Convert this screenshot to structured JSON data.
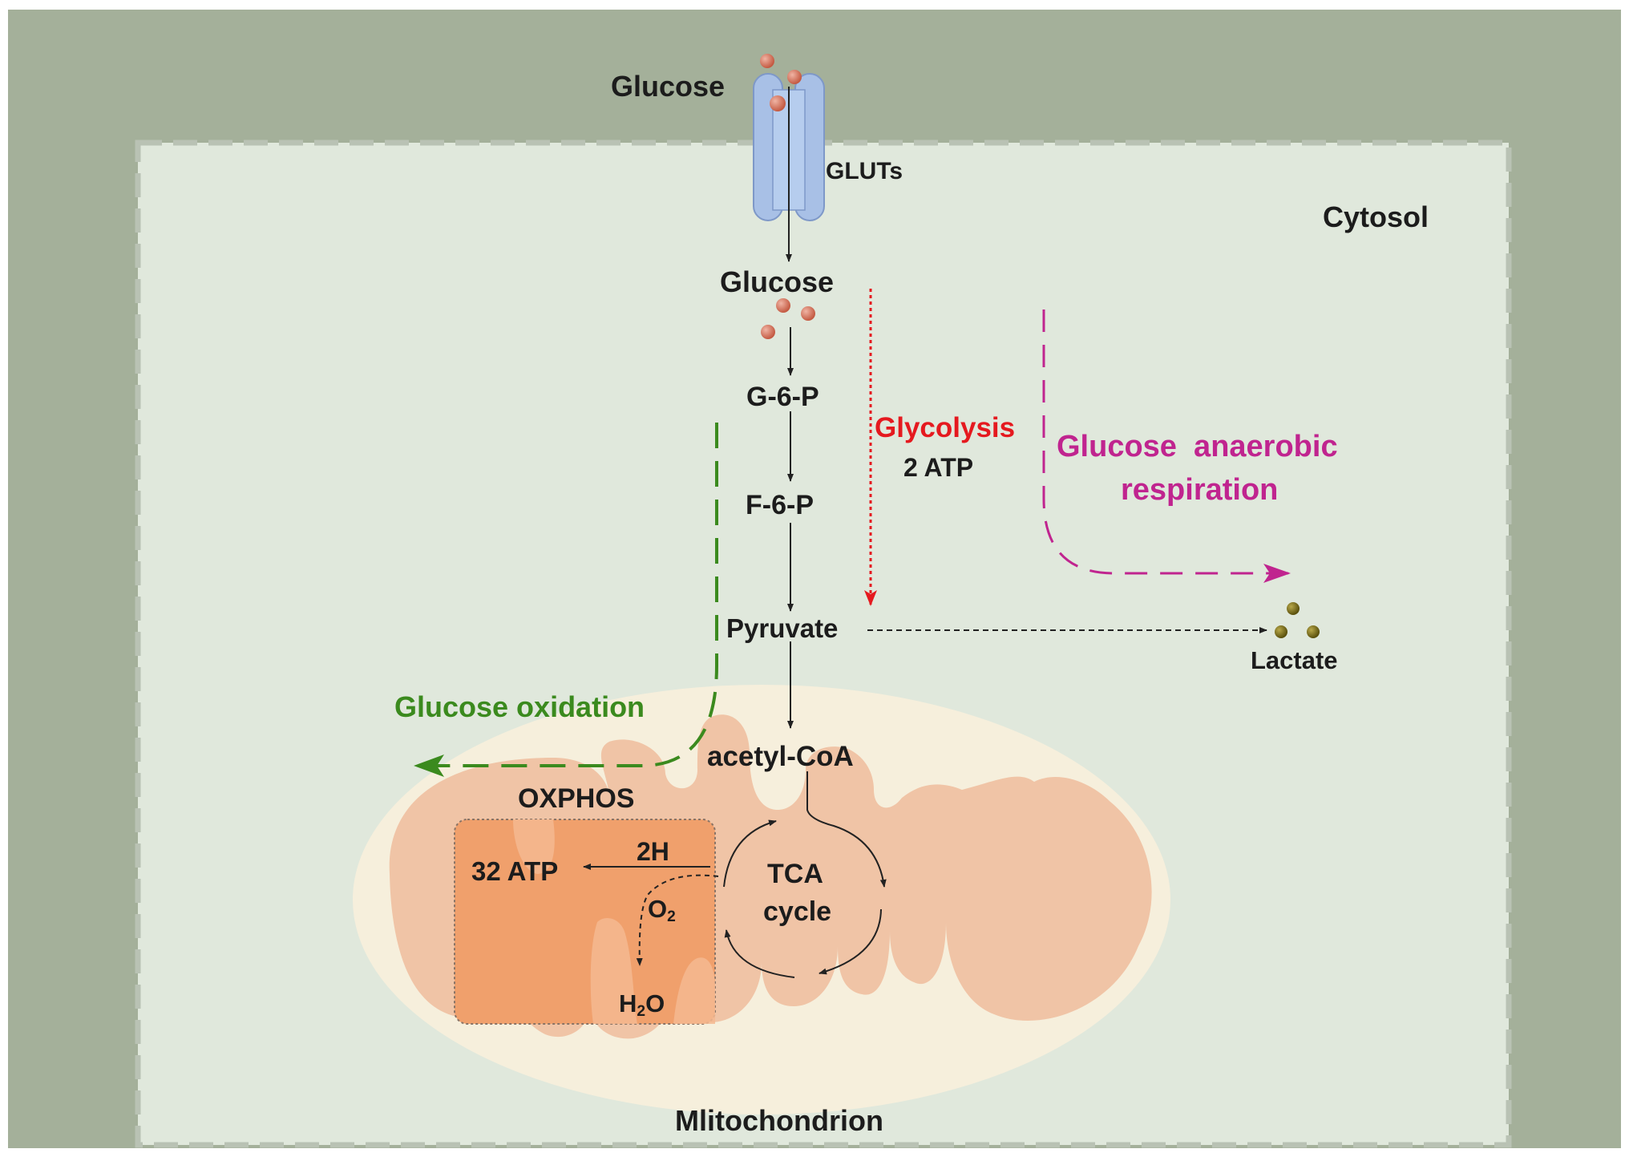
{
  "labels": {
    "glucose_outside": "Glucose",
    "gluts": "GLUTs",
    "cytosol": "Cytosol",
    "glucose_inside": "Glucose",
    "g6p": "G-6-P",
    "f6p": "F-6-P",
    "pyruvate": "Pyruvate",
    "lactate": "Lactate",
    "acetyl_coa": "acetyl-CoA",
    "oxphos": "OXPHOS",
    "two_h": "2H",
    "atp_32": "32 ATP",
    "o2_base": "O",
    "o2_sub": "2",
    "h2o_h": "H",
    "h2o_sub": "2",
    "h2o_o": "O",
    "tca_line1": "TCA",
    "tca_line2": "cycle",
    "mitochondrion": "Mlitochondrion"
  },
  "pathways": {
    "glycolysis": {
      "label": "Glycolysis",
      "atp": "2 ATP",
      "color": "#e5191f"
    },
    "anaerobic": {
      "line1": "Glucose  anaerobic",
      "line2": "respiration",
      "color": "#c0248f"
    },
    "oxidation": {
      "label": "Glucose oxidation",
      "color": "#3b8a1e"
    }
  },
  "colors": {
    "extracellular": "#a4b09a",
    "cytosol": "#e0e8dc",
    "membrane_dash": "#b9c2b4",
    "mito_outer": "#f6efdc",
    "mito_inner": "#f0c4a6",
    "oxphos_box": "#f0a06c",
    "glucose_molecule": "#cc6650",
    "lactate_molecule": "#6e6216",
    "transporter": "#a8c0e6"
  }
}
